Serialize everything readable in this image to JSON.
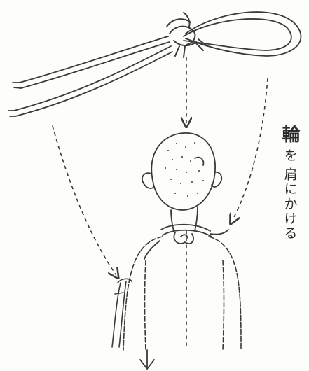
{
  "diagram": {
    "instruction_lines": [
      "輪",
      "を",
      "肩にかける"
    ],
    "ink_color": "#3a3a3a",
    "paper_color": "#fdfdfb"
  }
}
